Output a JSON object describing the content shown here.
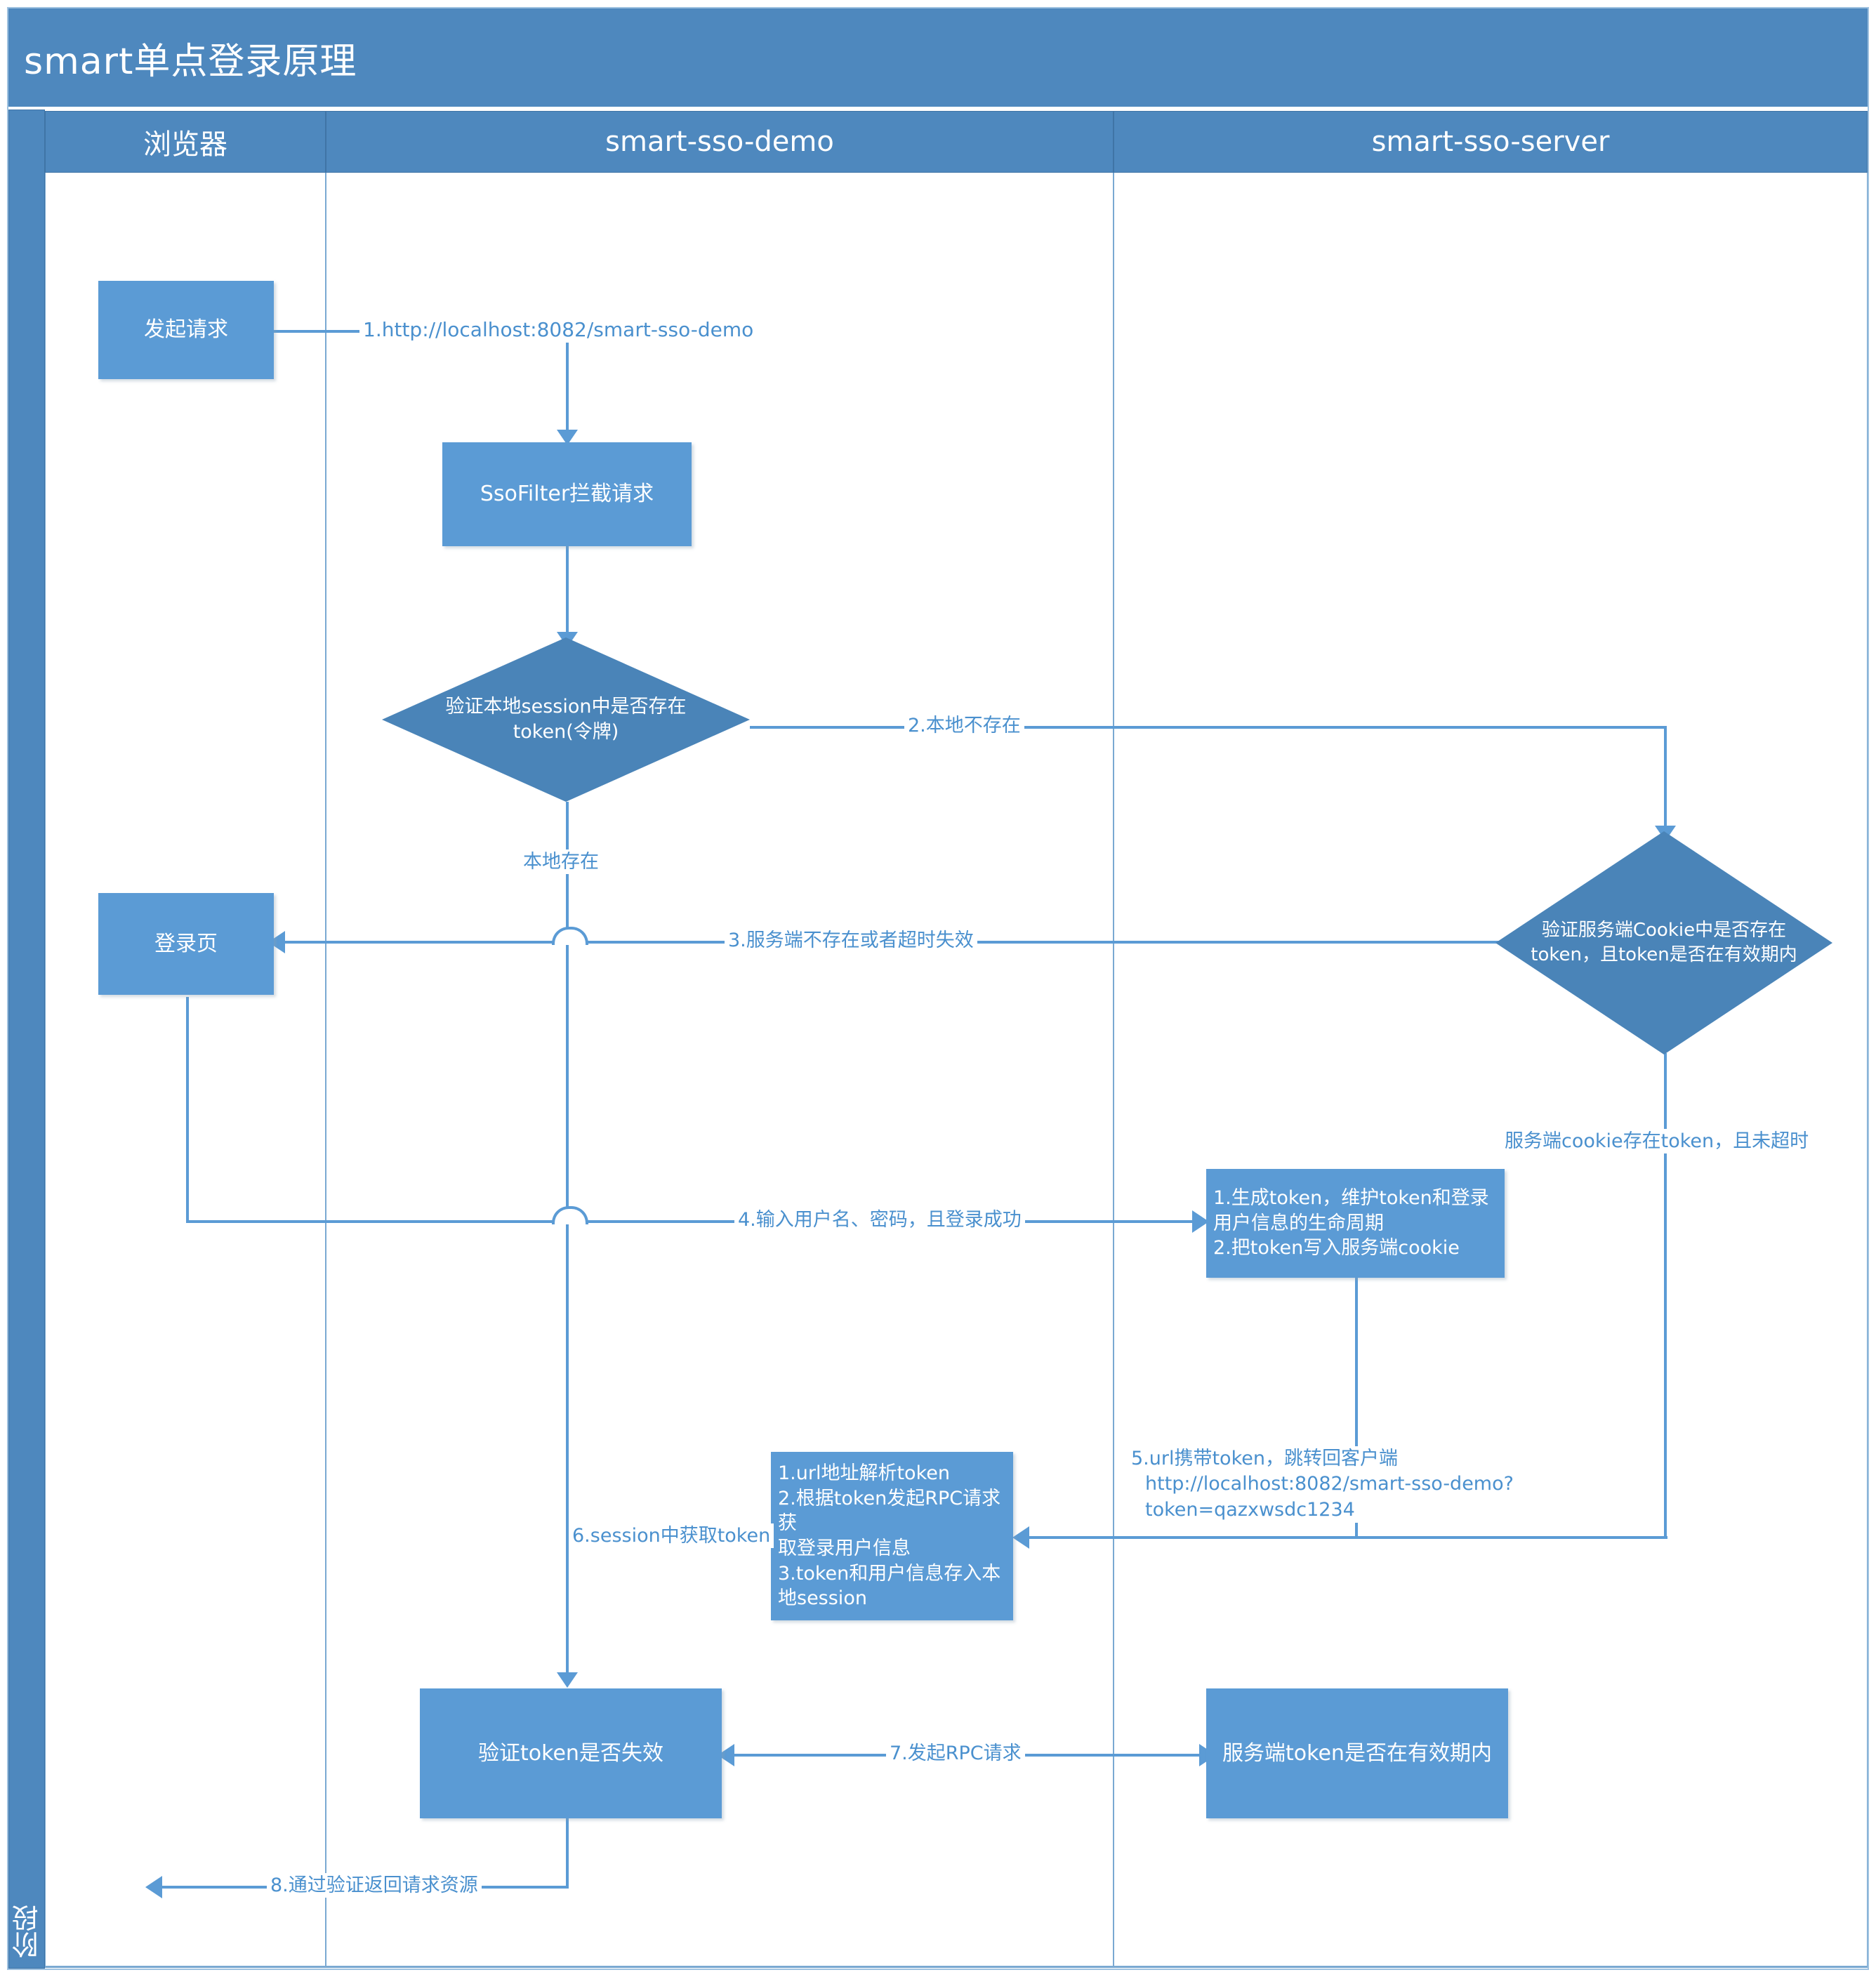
{
  "diagram": {
    "title": "smart单点登录原理",
    "phase_band_label": "阶段",
    "type": "swimlane-flowchart",
    "lanes": [
      {
        "id": "browser",
        "label": "浏览器"
      },
      {
        "id": "demo",
        "label": "smart-sso-demo"
      },
      {
        "id": "server",
        "label": "smart-sso-server"
      }
    ],
    "nodes": {
      "start_request": "发起请求",
      "sso_filter": "SsoFilter拦截请求",
      "check_local_session": "验证本地session中是否存在\ntoken(令牌)",
      "login_page": "登录页",
      "check_server_cookie": "验证服务端Cookie中是否存在\ntoken，且token是否在有效期内",
      "gen_token_box": "1.生成token，维护token和登录\n用户信息的生命周期\n2.把token写入服务端cookie",
      "parse_token_box": "1.url地址解析token\n2.根据token发起RPC请求获\n取登录用户信息\n3.token和用户信息存入本\n地session",
      "verify_token_invalid": "验证token是否失效",
      "server_token_valid": "服务端token是否在有效期内"
    },
    "edges": {
      "e1": "1.http://localhost:8082/smart-sso-demo",
      "e2": "2.本地不存在",
      "e_local_exists": "本地存在",
      "e3": "3.服务端不存在或者超时失效",
      "e4": "4.输入用户名、密码，且登录成功",
      "e_cookie_ok": "服务端cookie存在token，且未超时",
      "e5_line1": "5.url携带token，跳转回客户端",
      "e5_line2": "http://localhost:8082/smart-sso-demo?token=qazxwsdc1234",
      "e6": "6.session中获取token",
      "e7": "7.发起RPC请求",
      "e8": "8.通过验证返回请求资源"
    },
    "colors": {
      "header_band": "#4E88BE",
      "process_fill": "#5B9BD5",
      "decision_fill": "#4A84B8",
      "connector": "#5B9BD5",
      "label_text": "#4A90CE",
      "node_text": "#FFFFFF",
      "lane_border": "#7AA9D2",
      "canvas": "#FFFFFF"
    }
  }
}
